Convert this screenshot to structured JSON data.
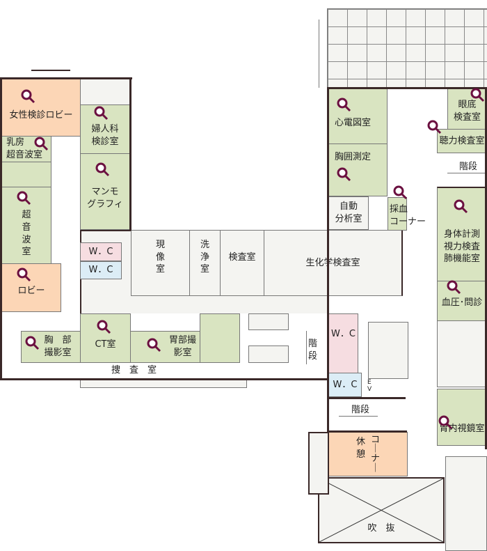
{
  "rooms": {
    "women_lobby": "女性検診ロビー",
    "gynecology": "婦人科\n検診室",
    "breast_ultrasound": "乳房\n超音波室",
    "mammography": "マンモ\nグラフィ",
    "ultrasound": "超\n音\n波\n室",
    "lobby": "ロビー",
    "wc1": "W．C",
    "wc2": "W．C",
    "developing": "現\n像\n室",
    "washing": "洗\n浄\n室",
    "exam": "検査室",
    "biochem": "生化学検査室",
    "chest_xray": "胸　部\n撮影室",
    "ct": "CT室",
    "stomach_xray": "胃部撮影室",
    "corridor": "捜　査　室",
    "stairs_center": "階\n段",
    "ecg": "心電図室",
    "chest_measure": "胸囲測定",
    "auto_analysis": "自動\n分析室",
    "blood_draw": "採血\nコーナー",
    "fundus": "眼底\n検査室",
    "hearing": "聴力検査室",
    "stairs_right": "階段",
    "body_measure": "身体計測\n視力検査\n肺機能室",
    "bp_interview": "血圧･問診",
    "wc3": "W．C",
    "wc4": "W．C",
    "ev": "E\nV",
    "stairs_lower": "階段",
    "rest_a": "休\n憩",
    "rest_b": "コ\n｜\nナ\n｜",
    "endoscopy": "胃内視鏡室",
    "atrium": "吹　抜"
  },
  "colors": {
    "exam_room": "#d9e4c1",
    "lobby": "#fcd6b6",
    "wc_women": "#f6dde1",
    "wc_men": "#dcedf6",
    "icon": "#6b1040"
  },
  "icons": "magnifier-icon"
}
